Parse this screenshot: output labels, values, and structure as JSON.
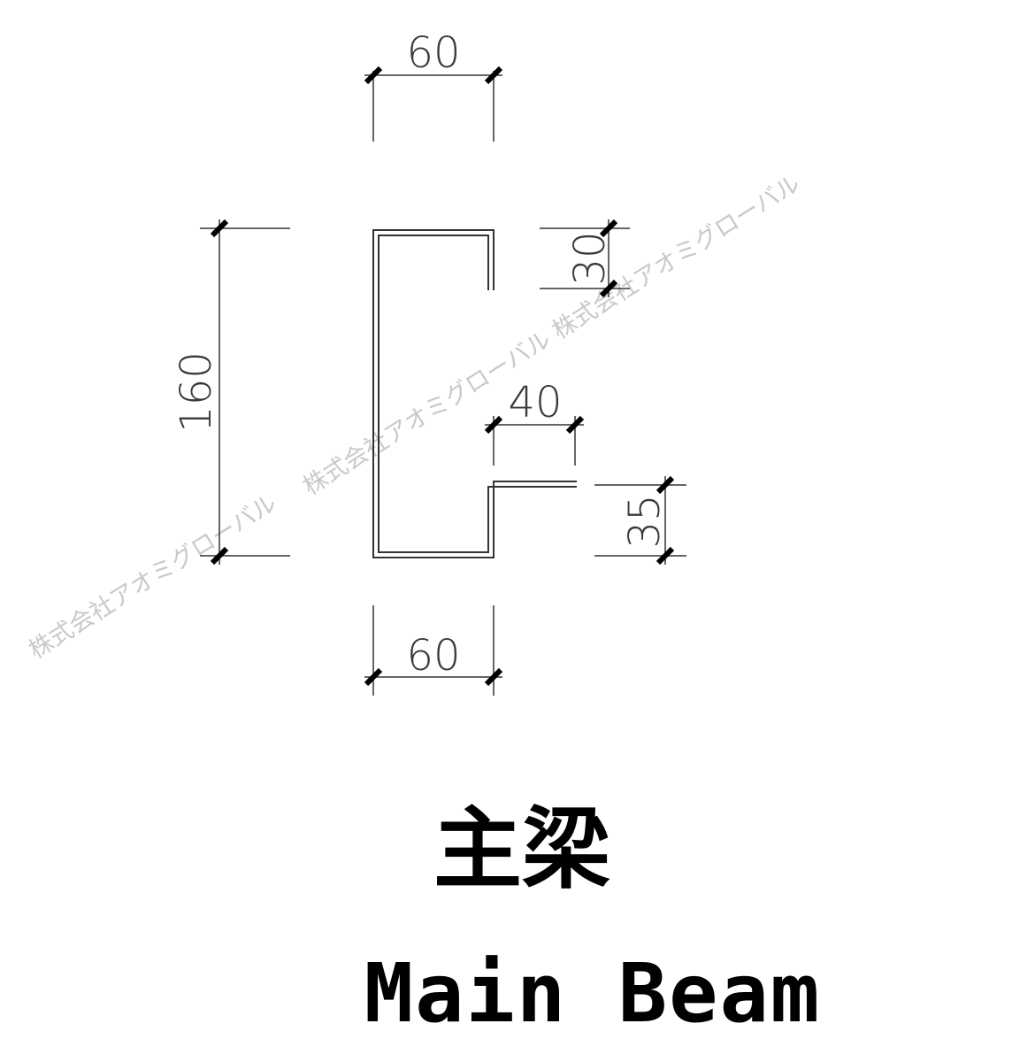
{
  "title": {
    "chinese": "主梁",
    "english": "Main Beam"
  },
  "dimensions": {
    "top_width": "60",
    "bottom_width": "60",
    "height": "160",
    "top_lip": "30",
    "inner_flange": "40",
    "bottom_lip": "35"
  },
  "watermark": {
    "text_1": "株式会社アオミグローバル",
    "text_2": "株式会社アオミグローバル 株式会社アオミグローバル"
  },
  "colors": {
    "line": "#333333",
    "tick": "#000000",
    "watermark": "#c9c9c9"
  }
}
